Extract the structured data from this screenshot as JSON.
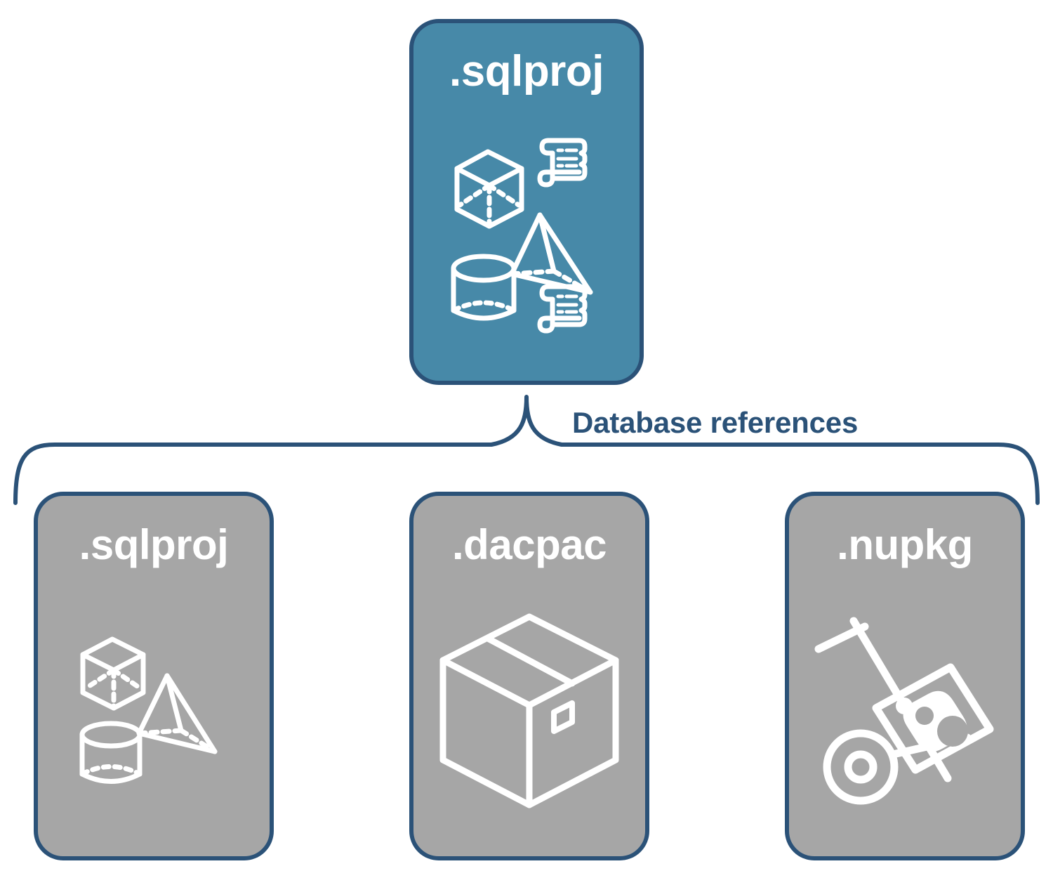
{
  "diagram": {
    "title": "Database references",
    "colors": {
      "primary_fill": "#4789A8",
      "secondary_fill": "#A6A6A6",
      "outline": "#2B5278",
      "label_text": "#2B5278",
      "card_text": "#FFFFFF",
      "background": "#FFFFFF"
    },
    "connector": {
      "label": "Database references",
      "style": "curly-brace",
      "branch_count": 3
    },
    "root": {
      "label": ".sqlproj",
      "fill": "primary",
      "icons": [
        "cube-wireframe-icon",
        "scroll-script-icon",
        "pyramid-wireframe-icon",
        "cylinder-wireframe-icon",
        "scroll-script-icon"
      ]
    },
    "references": [
      {
        "label": ".sqlproj",
        "fill": "secondary",
        "icons": [
          "cube-wireframe-icon",
          "pyramid-wireframe-icon",
          "cylinder-wireframe-icon"
        ]
      },
      {
        "label": ".dacpac",
        "fill": "secondary",
        "icons": [
          "package-box-icon"
        ]
      },
      {
        "label": ".nupkg",
        "fill": "secondary",
        "icons": [
          "hand-truck-package-icon"
        ]
      }
    ]
  }
}
